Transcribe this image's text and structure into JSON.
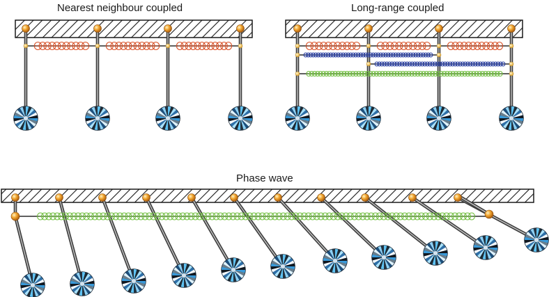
{
  "titles": {
    "nearest": "Nearest neighbour coupled",
    "longrange": "Long-range coupled",
    "phase": "Phase wave"
  },
  "colors": {
    "spring_red": "#d9542b",
    "spring_blue": "#2e43a3",
    "spring_green": "#74c043",
    "pivot": "#f0a02a",
    "rod": "#555555",
    "bob": "#3a9ad9"
  }
}
